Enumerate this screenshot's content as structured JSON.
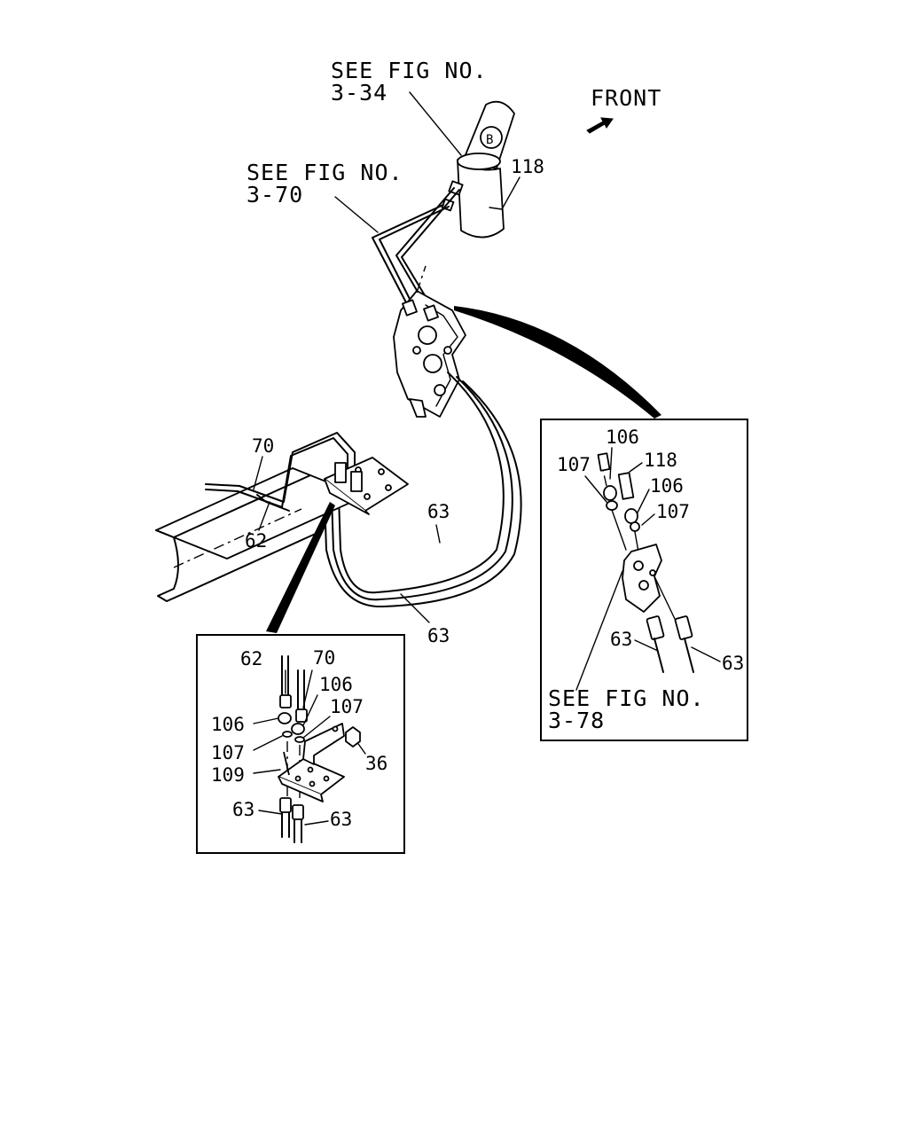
{
  "labels": {
    "see_fig_3_34_line1": "SEE FIG NO.",
    "see_fig_3_34_line2": "3-34",
    "front": "FRONT",
    "see_fig_3_70_line1": "SEE FIG NO.",
    "see_fig_3_70_line2": "3-70",
    "part_118_top": "118",
    "part_70_main": "70",
    "part_62_main": "62",
    "part_63_main_upper": "63",
    "part_63_main_lower": "63"
  },
  "right_inset": {
    "part_107_a": "107",
    "part_106_a": "106",
    "part_118": "118",
    "part_106_b": "106",
    "part_107_b": "107",
    "part_63_a": "63",
    "part_63_b": "63",
    "see_fig_line1": "SEE FIG NO.",
    "see_fig_line2": "3-78"
  },
  "left_inset": {
    "part_62": "62",
    "part_70": "70",
    "part_106_a": "106",
    "part_107_a": "107",
    "part_106_b": "106",
    "part_107_b": "107",
    "part_36": "36",
    "part_109": "109",
    "part_63_a": "63",
    "part_63_b": "63"
  },
  "icons": {
    "front_arrow": "front-arrow-icon",
    "reservoir_badge": "B"
  }
}
